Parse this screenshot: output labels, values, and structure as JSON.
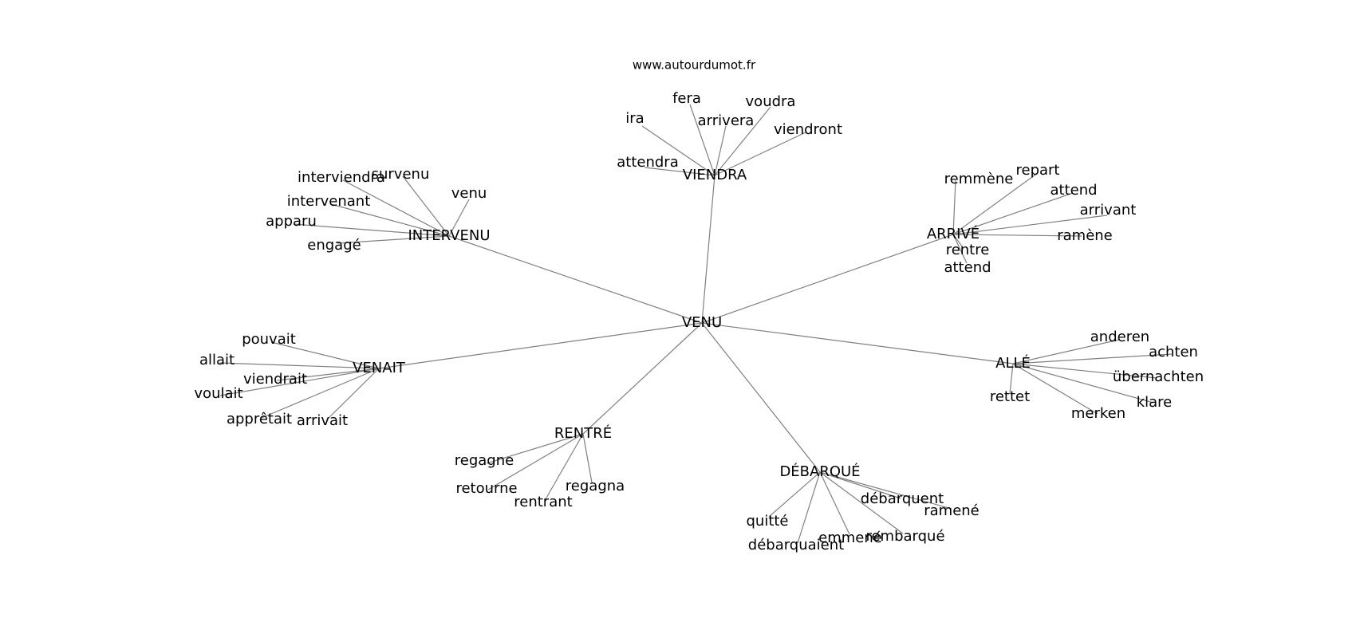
{
  "credit": "www.autourdumot.fr",
  "root": "VENU",
  "clusters": [
    {
      "hub": "VIENDRA",
      "leaves": [
        "ira",
        "fera",
        "arrivera",
        "voudra",
        "viendront",
        "attendra"
      ]
    },
    {
      "hub": "INTERVENU",
      "leaves": [
        "interviendra",
        "survenu",
        "venu",
        "intervenant",
        "apparu",
        "engagé"
      ]
    },
    {
      "hub": "ARRIVÉ",
      "leaves": [
        "remmène",
        "repart",
        "attend",
        "arrivant",
        "ramène",
        "rentre",
        "attend"
      ]
    },
    {
      "hub": "VENAIT",
      "leaves": [
        "pouvait",
        "allait",
        "viendrait",
        "voulait",
        "apprêtait",
        "arrivait"
      ]
    },
    {
      "hub": "ALLÉ",
      "leaves": [
        "anderen",
        "achten",
        "übernachten",
        "klare",
        "merken",
        "rettet"
      ]
    },
    {
      "hub": "RENTRÉ",
      "leaves": [
        "regagne",
        "retourne",
        "rentrant",
        "regagna"
      ]
    },
    {
      "hub": "DÉBARQUÉ",
      "leaves": [
        "débarquent",
        "ramené",
        "quitté",
        "débarquaient",
        "emmené",
        "rembarqué"
      ]
    }
  ]
}
